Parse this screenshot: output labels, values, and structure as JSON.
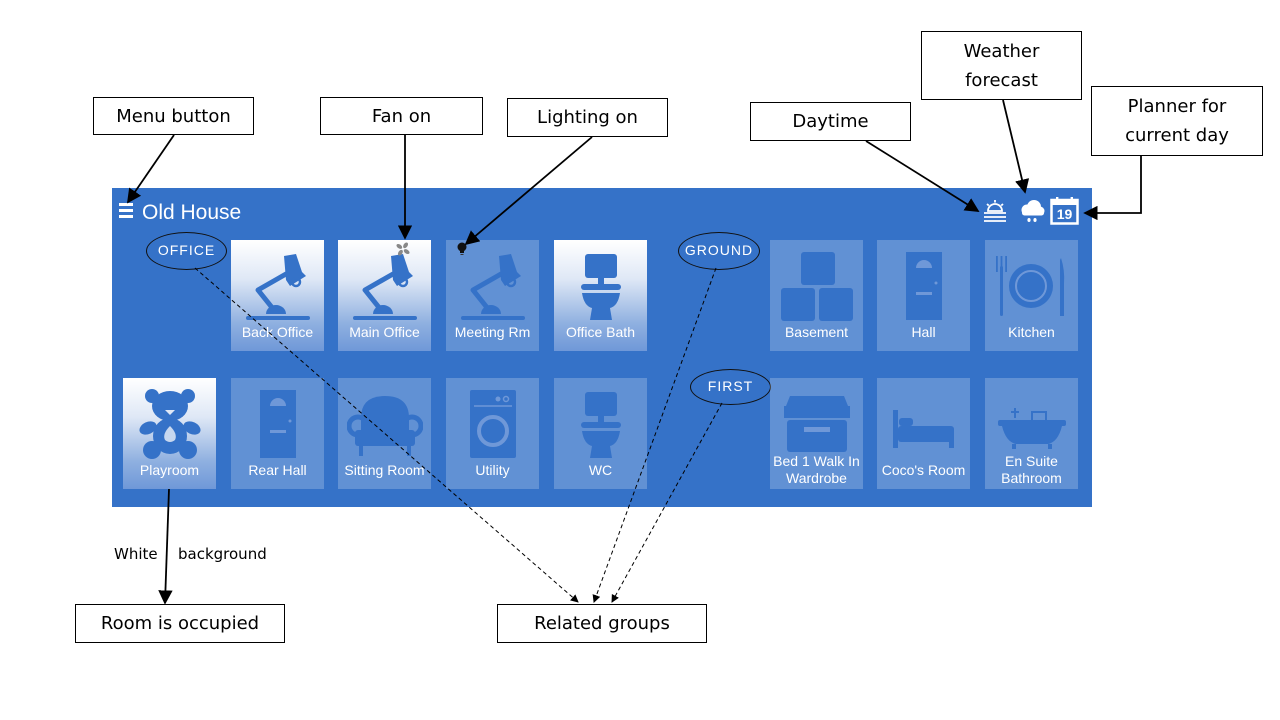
{
  "header": {
    "title": "Old House",
    "menu_icon": "hamburger-menu-icon",
    "status_icons": [
      {
        "name": "daytime-icon",
        "meaning": "Daytime"
      },
      {
        "name": "weather-rain-icon",
        "meaning": "Weather forecast"
      },
      {
        "name": "calendar-icon",
        "day": "19"
      }
    ]
  },
  "colors": {
    "panel": "#3572c8",
    "tile_inactive": "rgba(255,255,255,0.22)",
    "tile_occupied": "#ffffff",
    "icon": "#3572c8",
    "label": "#ffffff"
  },
  "groups": [
    {
      "label": "OFFICE"
    },
    {
      "label": "GROUND"
    },
    {
      "label": "FIRST"
    }
  ],
  "rooms": [
    {
      "label": "Back Office",
      "icon": "desk-lamp-icon",
      "occupied": true
    },
    {
      "label": "Main Office",
      "icon": "desk-lamp-icon",
      "occupied": true,
      "fan_on": true
    },
    {
      "label": "Meeting Rm",
      "icon": "desk-lamp-icon",
      "occupied": false,
      "lighting_on": true
    },
    {
      "label": "Office Bath",
      "icon": "toilet-icon",
      "occupied": true
    },
    {
      "label": "Basement",
      "icon": "boxes-icon",
      "occupied": false
    },
    {
      "label": "Hall",
      "icon": "door-icon",
      "occupied": false
    },
    {
      "label": "Kitchen",
      "icon": "plate-cutlery-icon",
      "occupied": false
    },
    {
      "label": "Playroom",
      "icon": "teddy-bear-icon",
      "occupied": true
    },
    {
      "label": "Rear Hall",
      "icon": "door-icon",
      "occupied": false
    },
    {
      "label": "Sitting Room",
      "icon": "armchair-icon",
      "occupied": false
    },
    {
      "label": "Utility",
      "icon": "washing-machine-icon",
      "occupied": false
    },
    {
      "label": "WC",
      "icon": "toilet-icon",
      "occupied": false
    },
    {
      "label": "Bed 1 Walk In Wardrobe",
      "icon": "storage-box-icon",
      "occupied": false
    },
    {
      "label": "Coco's Room",
      "icon": "bed-icon",
      "occupied": false
    },
    {
      "label": "En Suite Bathroom",
      "icon": "bathtub-icon",
      "occupied": false
    }
  ],
  "room_labels_wrapped": {
    "bed1_line1": "Bed 1 Walk In",
    "bed1_line2": "Wardrobe",
    "ensuite_line1": "En Suite",
    "ensuite_line2": "Bathroom"
  },
  "annotations": {
    "menu_button": "Menu button",
    "fan_on": "Fan on",
    "lighting_on": "Lighting on",
    "daytime": "Daytime",
    "weather_line1": "Weather",
    "weather_line2": "forecast",
    "planner_line1": "Planner for",
    "planner_line2": "current day",
    "room_occupied": "Room is occupied",
    "related_groups": "Related groups",
    "white_note_1": "White",
    "white_note_2": "background"
  }
}
